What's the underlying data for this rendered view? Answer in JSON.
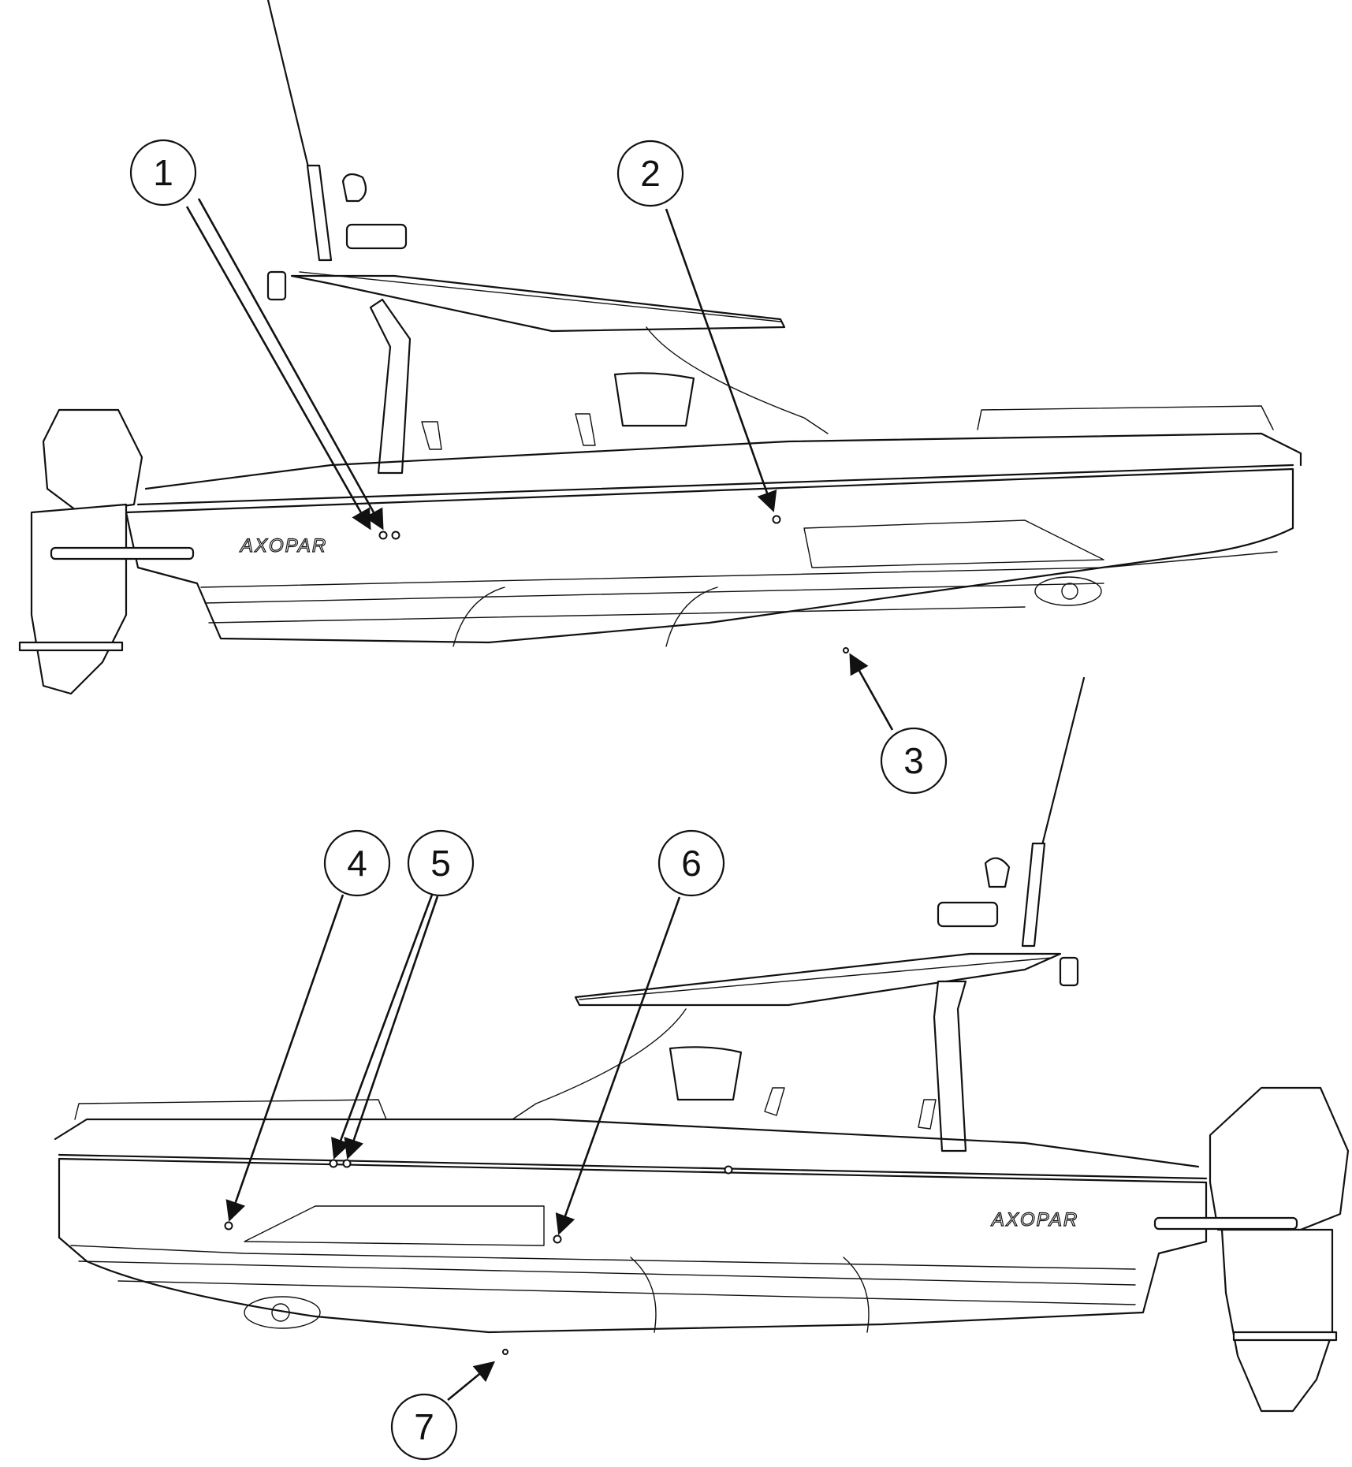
{
  "boats": [
    {
      "name": "boat-port-side-view",
      "brand": "AXOPAR"
    },
    {
      "name": "boat-starboard-side-view",
      "brand": "AXOPAR"
    }
  ],
  "callouts": [
    {
      "label": "1"
    },
    {
      "label": "2"
    },
    {
      "label": "3"
    },
    {
      "label": "4"
    },
    {
      "label": "5"
    },
    {
      "label": "6"
    },
    {
      "label": "7"
    }
  ]
}
